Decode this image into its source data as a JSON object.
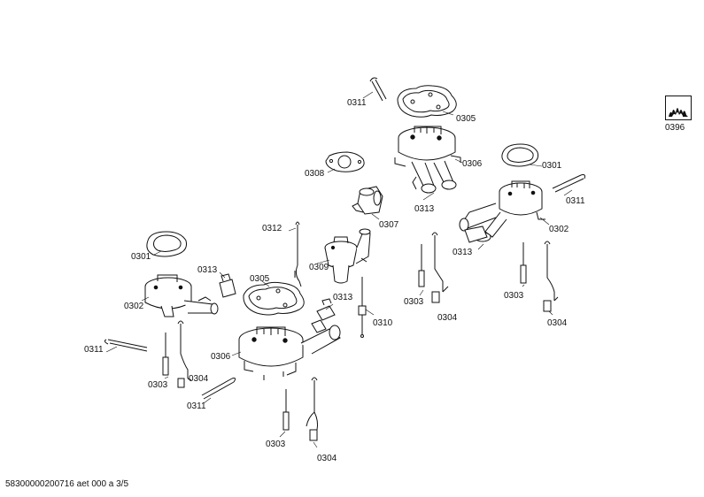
{
  "labels": {
    "l0311a": "0311",
    "l0305a": "0305",
    "l0306a": "0306",
    "l0308": "0308",
    "l0301a": "0301",
    "l0307": "0307",
    "l0313a": "0313",
    "l0311b": "0311",
    "l0302a": "0302",
    "l0312": "0312",
    "l0301b": "0301",
    "l0313b": "0313",
    "l0305b": "0305",
    "l0309": "0309",
    "l0313c": "0313",
    "l0302b": "0302",
    "l0313d": "0313",
    "l0303a": "0303",
    "l0304a": "0304",
    "l0310": "0310",
    "l0303b": "0303",
    "l0304b": "0304",
    "l0311c": "0311",
    "l0306b": "0306",
    "l0303c": "0303",
    "l0304c": "0304",
    "l0311d": "0311",
    "l0303d": "0303",
    "l0304d": "0304",
    "l0396": "0396"
  },
  "footer": "58300000200716 aet 000 a 3/5",
  "icons": {
    "burner_symbol": "gas-flame-icon"
  }
}
